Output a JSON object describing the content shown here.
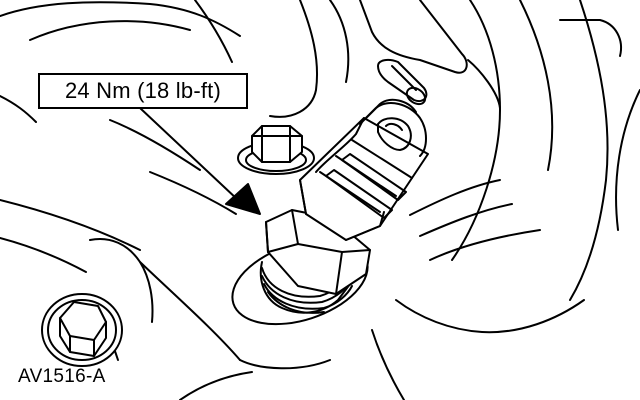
{
  "callout": {
    "torque_spec": "24 Nm (18 lb-ft)"
  },
  "figure_id": "AV1516-A",
  "components": [
    "hex-bolt-upper",
    "sensor-connector",
    "sensor-hex-body",
    "threaded-base",
    "hex-bolt-lower"
  ]
}
